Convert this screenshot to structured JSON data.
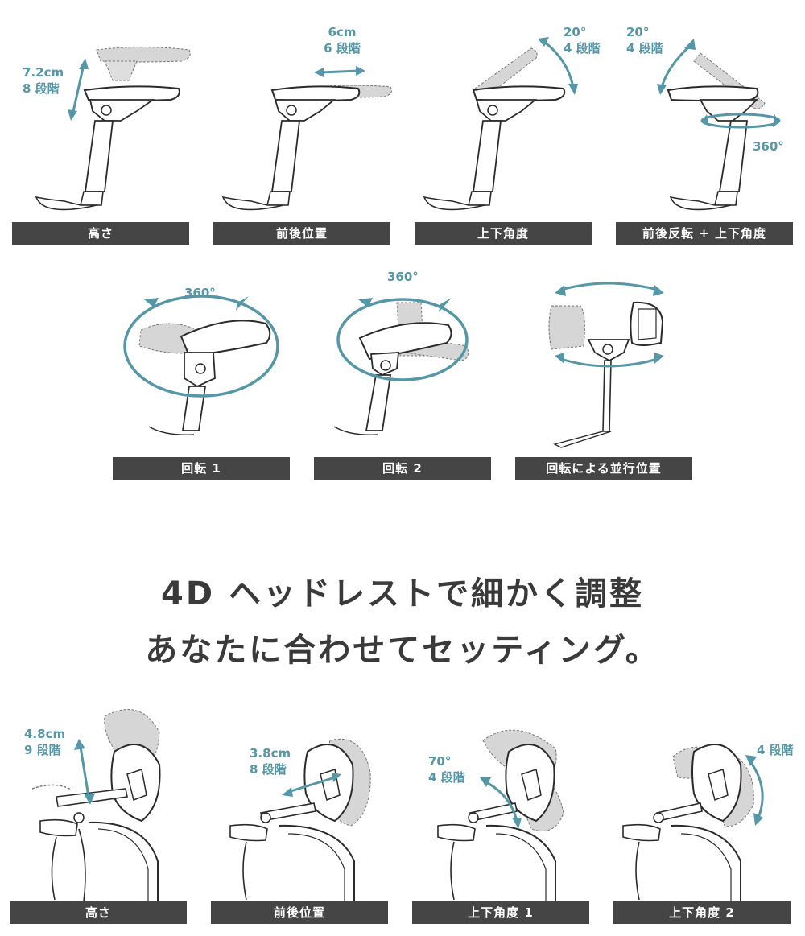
{
  "colors": {
    "accent": "#5597a7",
    "label_bg": "#454545",
    "label_text": "#ffffff",
    "ghost": "#cfcfcf",
    "line": "#2b2b2b"
  },
  "armrest": {
    "row1": [
      {
        "label": "高さ",
        "annotations": [
          "7.2cm",
          "8 段階"
        ]
      },
      {
        "label": "前後位置",
        "annotations": [
          "6cm",
          "6 段階"
        ]
      },
      {
        "label": "上下角度",
        "annotations": [
          "20°",
          "4 段階"
        ]
      },
      {
        "label": "前後反転 + 上下角度",
        "annotations": [
          "20°",
          "4 段階"
        ],
        "extra": "360°"
      }
    ],
    "row2": [
      {
        "label": "回転 1",
        "annotations": [
          "360°"
        ]
      },
      {
        "label": "回転 2",
        "annotations": [
          "360°"
        ]
      },
      {
        "label": "回転による並行位置",
        "annotations": []
      }
    ]
  },
  "headline": {
    "line1": "4D ヘッドレストで細かく調整",
    "line2": "あなたに合わせてセッティング。"
  },
  "headrest": [
    {
      "label": "高さ",
      "annotations": [
        "4.8cm",
        "9 段階"
      ]
    },
    {
      "label": "前後位置",
      "annotations": [
        "3.8cm",
        "8 段階"
      ]
    },
    {
      "label": "上下角度 1",
      "annotations": [
        "70°",
        "4 段階"
      ]
    },
    {
      "label": "上下角度 2",
      "annotations": [
        "4 段階"
      ]
    }
  ]
}
